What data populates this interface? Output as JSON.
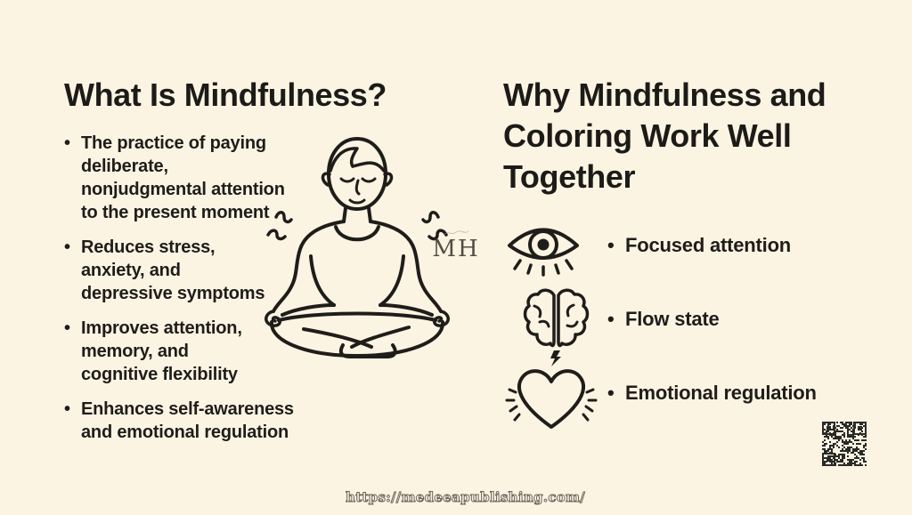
{
  "page": {
    "background_color": "#fcf4e3",
    "text_color": "#1f1d1a",
    "qr_color": "#2a2a26"
  },
  "left": {
    "title": "What Is Mindfulness?",
    "bullet_marker": "•",
    "bullets": [
      {
        "text": "The practice of paying\ndeliberate,\nnonjudgmental attention\nto the present moment"
      },
      {
        "text": "Reduces stress,\nanxiety, and\ndepressive symptoms"
      },
      {
        "text": "Improves attention,\nmemory, and\ncognitive flexibility"
      },
      {
        "text": "Enhances self-awareness\nand emotional regulation"
      }
    ]
  },
  "center": {
    "illustration": "meditating-person-line-art",
    "watermark": "MH"
  },
  "right": {
    "title": "Why Mindfulness and\nColoring Work Well\nTogether",
    "bullet_marker": "•",
    "items": [
      {
        "icon": "eye-icon",
        "label": "Focused attention"
      },
      {
        "icon": "brain-icon",
        "label": "Flow state"
      },
      {
        "icon": "heart-icon",
        "label": "Emotional regulation"
      }
    ]
  },
  "footer": {
    "url": "https://medeeapublishing.com/"
  }
}
